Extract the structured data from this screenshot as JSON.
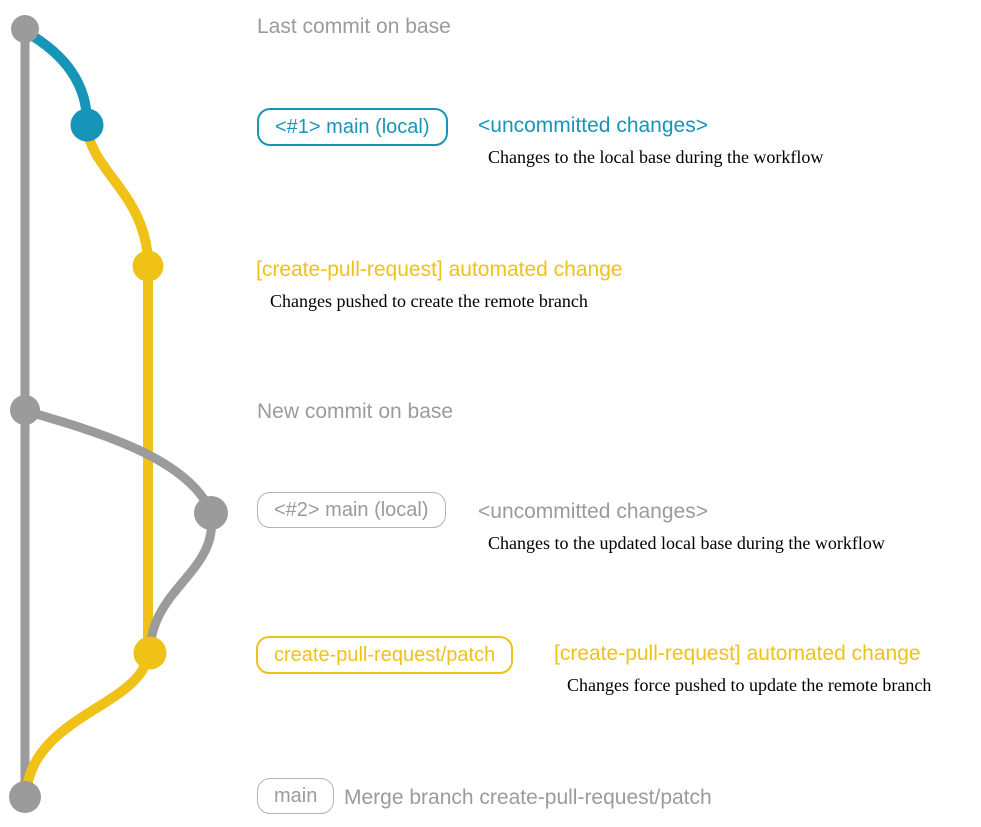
{
  "colors": {
    "gray": "#9b9b9b",
    "gray_text": "#9b9b9b",
    "gray_border": "#b3b3b3",
    "teal": "#1795b9",
    "yellow": "#f0c217",
    "black": "#000000"
  },
  "labels": {
    "last_commit": "Last commit on base",
    "badge_main_1": "<#1> main (local)",
    "uncommitted_1": "<uncommitted changes>",
    "caption_1": "Changes to the local base during the workflow",
    "automated_1": "[create-pull-request] automated change",
    "caption_2": "Changes pushed to create the remote branch",
    "new_commit": "New commit on base",
    "badge_main_2": "<#2> main (local)",
    "uncommitted_2": "<uncommitted changes>",
    "caption_3": "Changes to the updated local base during the workflow",
    "badge_patch": "create-pull-request/patch",
    "automated_2": "[create-pull-request] automated change",
    "caption_4": "Changes force pushed to update the remote branch",
    "badge_main_final": "main",
    "merge_message": "Merge branch create-pull-request/patch"
  }
}
